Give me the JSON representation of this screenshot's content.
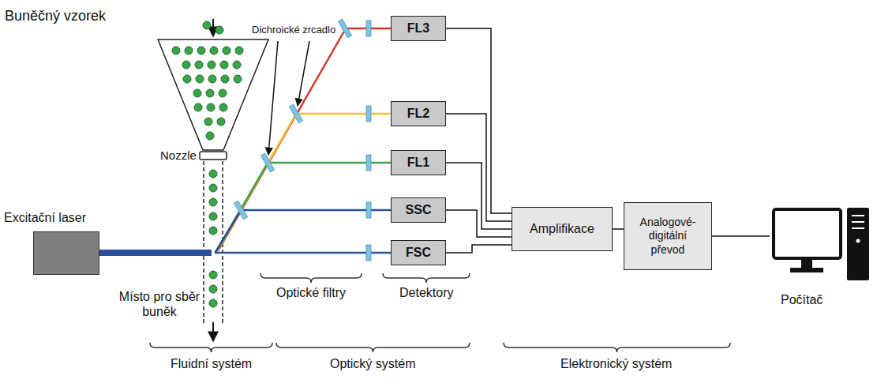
{
  "diagram": {
    "nodes": [
      {
        "text": [
          "FL3"
        ]
      },
      {
        "text": [
          "FL2"
        ]
      },
      {
        "text": [
          "FL1"
        ]
      },
      {
        "text": [
          "SSC"
        ]
      },
      {
        "text": [
          "FSC"
        ]
      },
      {
        "text": [
          "Excitační laser"
        ]
      },
      {
        "text": [
          "Amplifikace"
        ]
      },
      {
        "text": [
          "Analogové-digitální převod"
        ]
      },
      {
        "text": [
          "Počítač"
        ]
      }
    ],
    "edges": [
      {
        "from": 0,
        "to": 6,
        "arrow": "none"
      },
      {
        "from": 1,
        "to": 6,
        "arrow": "none"
      },
      {
        "from": 2,
        "to": 6,
        "arrow": "none"
      },
      {
        "from": 3,
        "to": 6,
        "arrow": "none"
      },
      {
        "from": 4,
        "to": 6,
        "arrow": "none"
      },
      {
        "from": 6,
        "to": 7,
        "arrow": "none"
      },
      {
        "from": 7,
        "to": 8,
        "arrow": "none"
      }
    ],
    "labels": [
      "Buněčný vzorek",
      "Dichroické zrcadlo",
      "Nozzle",
      "Místo pro sběr buněk",
      "Optické filtry",
      "Detektory",
      "Fluidní systém",
      "Optický systém",
      "Elektronický systém"
    ]
  }
}
